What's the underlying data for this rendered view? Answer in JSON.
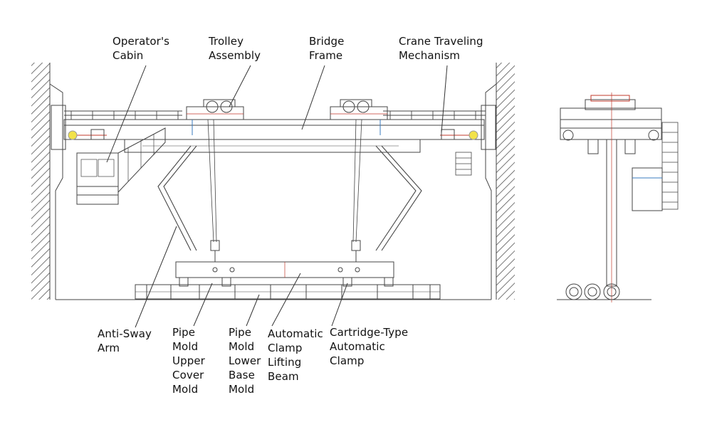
{
  "labels": {
    "operator_cabin": "Operator's\nCabin",
    "trolley_assembly": "Trolley\nAssembly",
    "bridge_frame": "Bridge\nFrame",
    "crane_traveling_mechanism": "Crane Traveling\nMechanism",
    "anti_sway_arm": "Anti-Sway\nArm",
    "pipe_mold_upper_cover_mold": "Pipe\nMold\nUpper\nCover\nMold",
    "pipe_mold_lower_base_mold": "Pipe\nMold\nLower\nBase\nMold",
    "automatic_clamp_lifting_beam": "Automatic\nClamp\nLifting\nBeam",
    "cartridge_type_automatic_clamp": "Cartridge-Type\nAutomatic\nClamp"
  },
  "colors": {
    "line": "#444444",
    "accent_red": "#c0392b",
    "accent_blue": "#3a7bbf",
    "highlight_yellow": "#f2e24a"
  }
}
